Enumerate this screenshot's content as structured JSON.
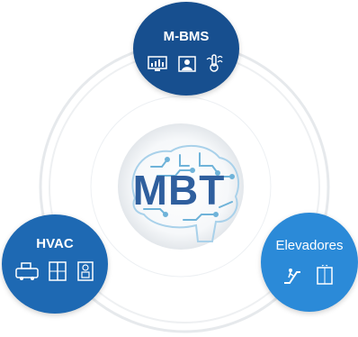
{
  "colors": {
    "bms_blue": "#174f8f",
    "hvac_blue": "#1e69b3",
    "elev_blue": "#2b8ad8",
    "brain_blue": "#6fb3d9",
    "center_text": "#2f5f9e"
  },
  "center": {
    "title": "MBT",
    "icon": "brain-circuit-icon"
  },
  "nodes": {
    "bms": {
      "label": "M-BMS",
      "icons": [
        "monitor-chart-icon",
        "person-screen-icon",
        "thermometer-icon"
      ]
    },
    "hvac": {
      "label": "HVAC",
      "icons": [
        "chiller-icon",
        "fan-coil-icon",
        "speaker-cabinet-icon"
      ]
    },
    "elevators": {
      "label": "Elevadores",
      "icons": [
        "escalator-icon",
        "elevator-icon"
      ]
    }
  }
}
